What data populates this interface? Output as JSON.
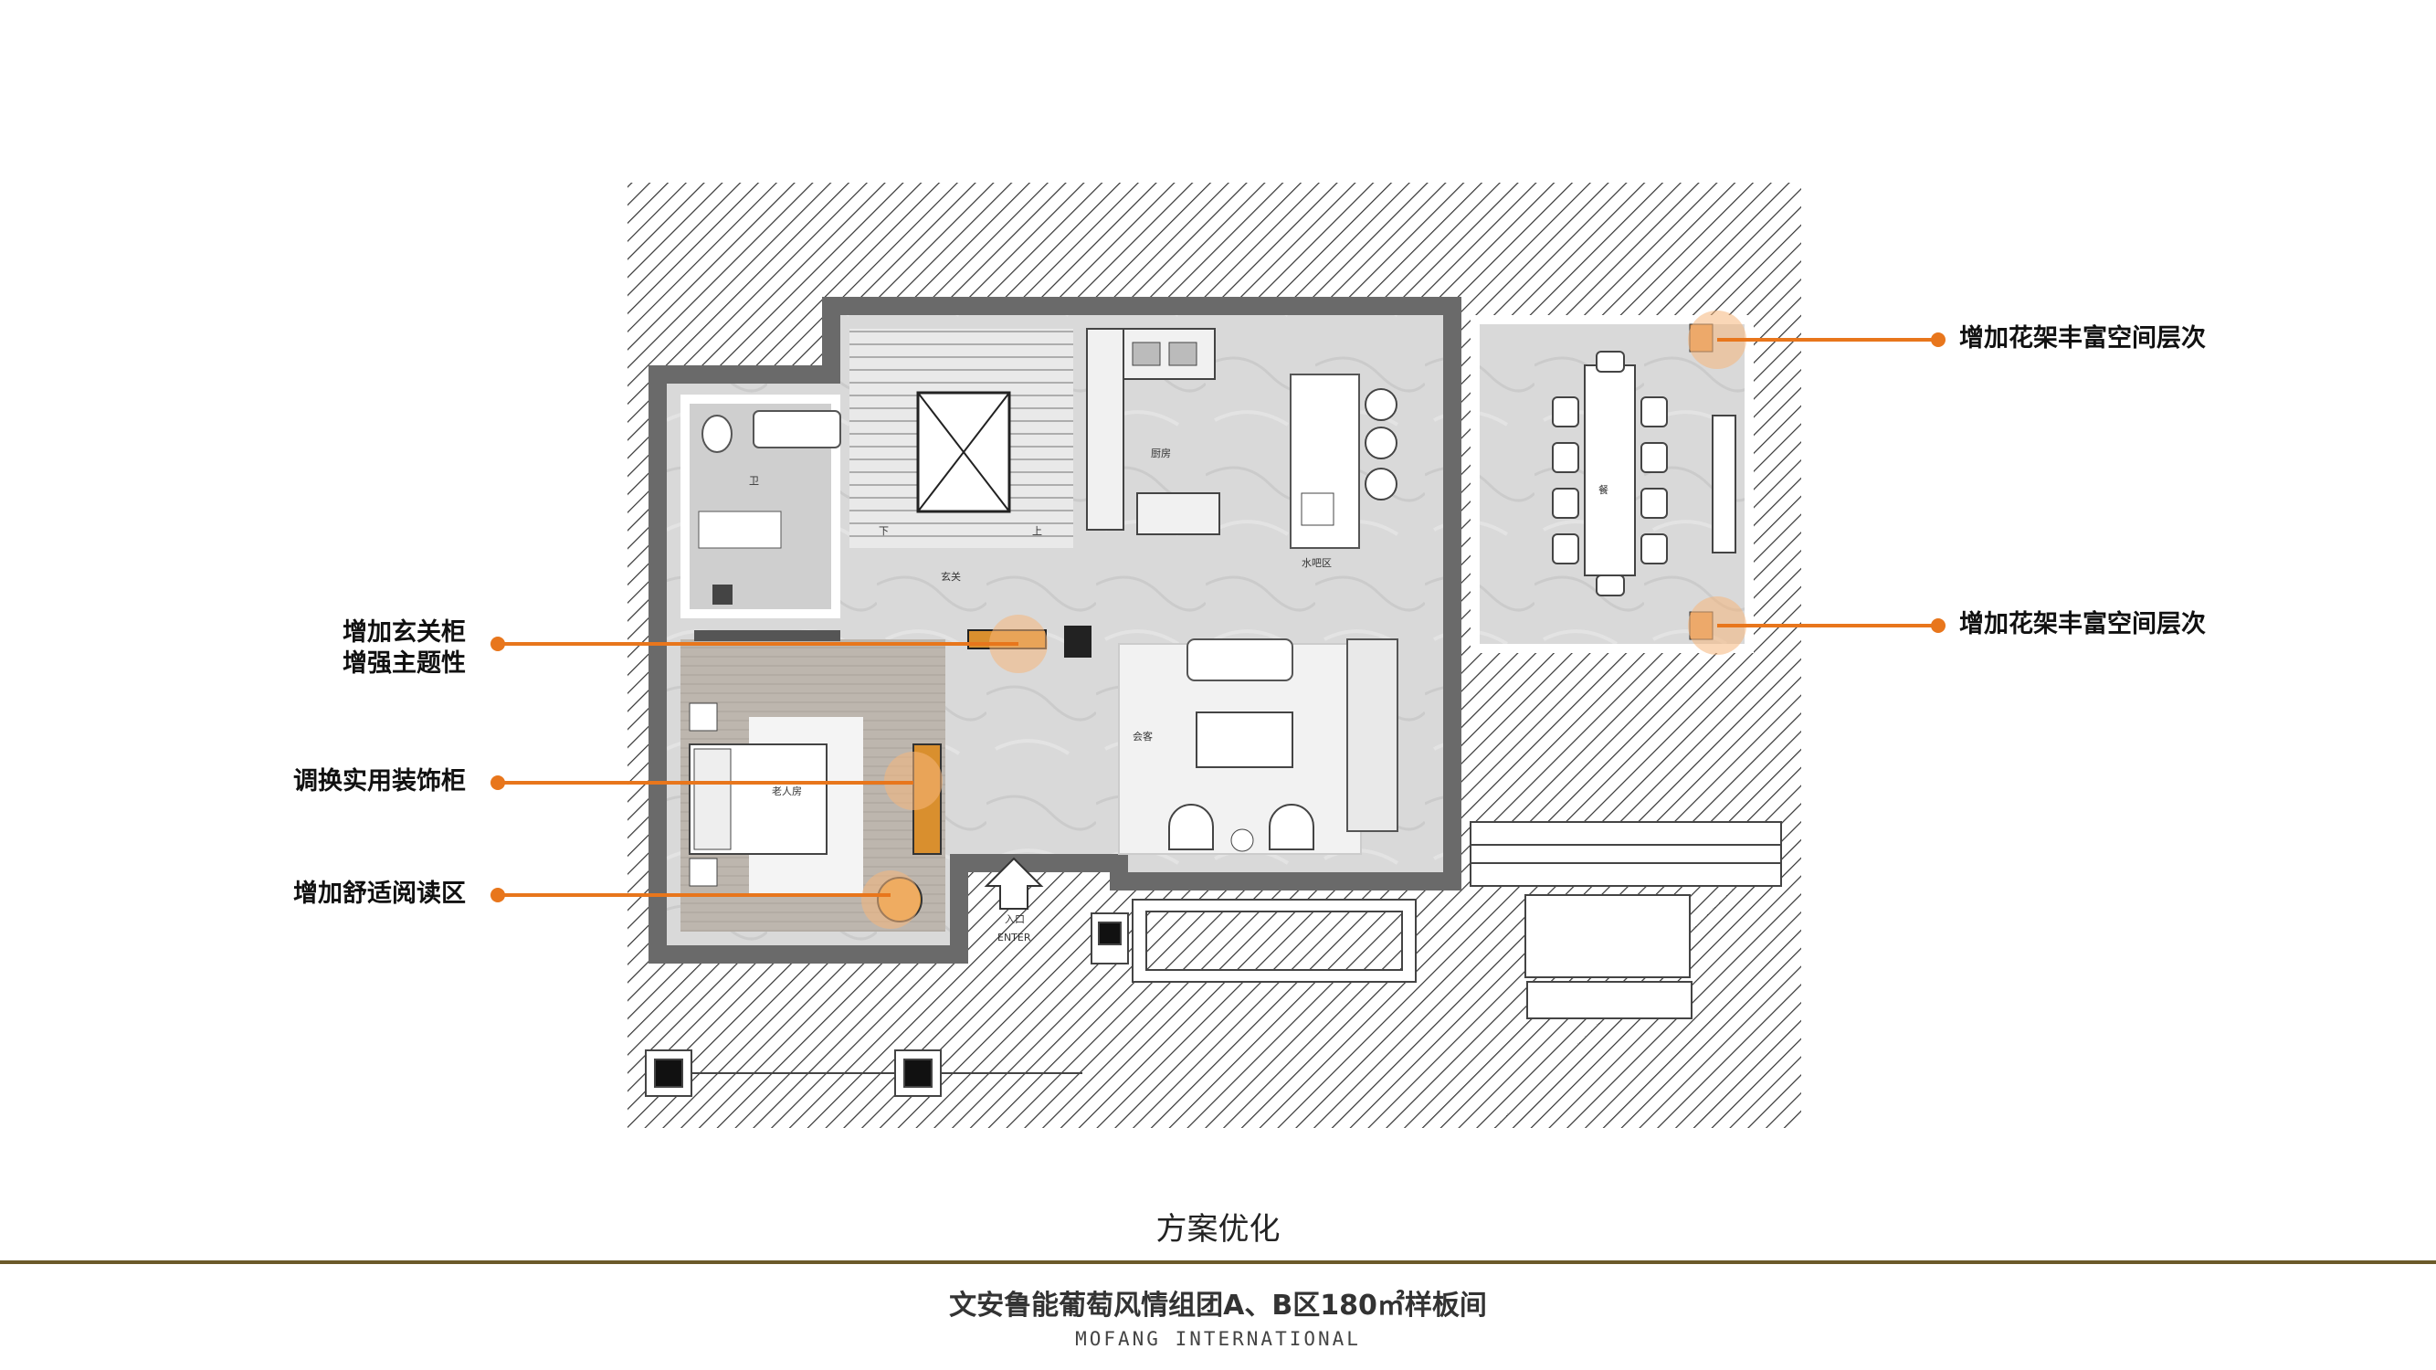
{
  "plan": {
    "rooms": {
      "bath": "卫",
      "kitchen": "厨房",
      "stairs": "上",
      "stairs_down": "下",
      "corridor": "玄关",
      "water_bar": "水吧区",
      "dining": "餐",
      "bedroom": "老人房",
      "entrance": "入口",
      "entrance_en": "ENTER",
      "living": "会客"
    },
    "callouts": [
      {
        "lines": [
          "增加花架丰富空间层次"
        ],
        "side": "right"
      },
      {
        "lines": [
          "增加花架丰富空间层次"
        ],
        "side": "right"
      },
      {
        "lines": [
          "增加玄关柜",
          "增强主题性"
        ],
        "side": "left"
      },
      {
        "lines": [
          "调换实用装饰柜"
        ],
        "side": "left"
      },
      {
        "lines": [
          "增加舒适阅读区"
        ],
        "side": "left"
      }
    ]
  },
  "footer": {
    "plan_title": "方案优化",
    "project_title": "文安鲁能葡萄风情组团A、B区180㎡样板间",
    "brand": "MOFANG INTERNATIONAL"
  },
  "colors": {
    "accent": "#e8761c",
    "highlight": "#f5b77c",
    "rule": "#6b5a2a",
    "wall": "#4a4a4a",
    "floor": "#d6d6d6"
  }
}
